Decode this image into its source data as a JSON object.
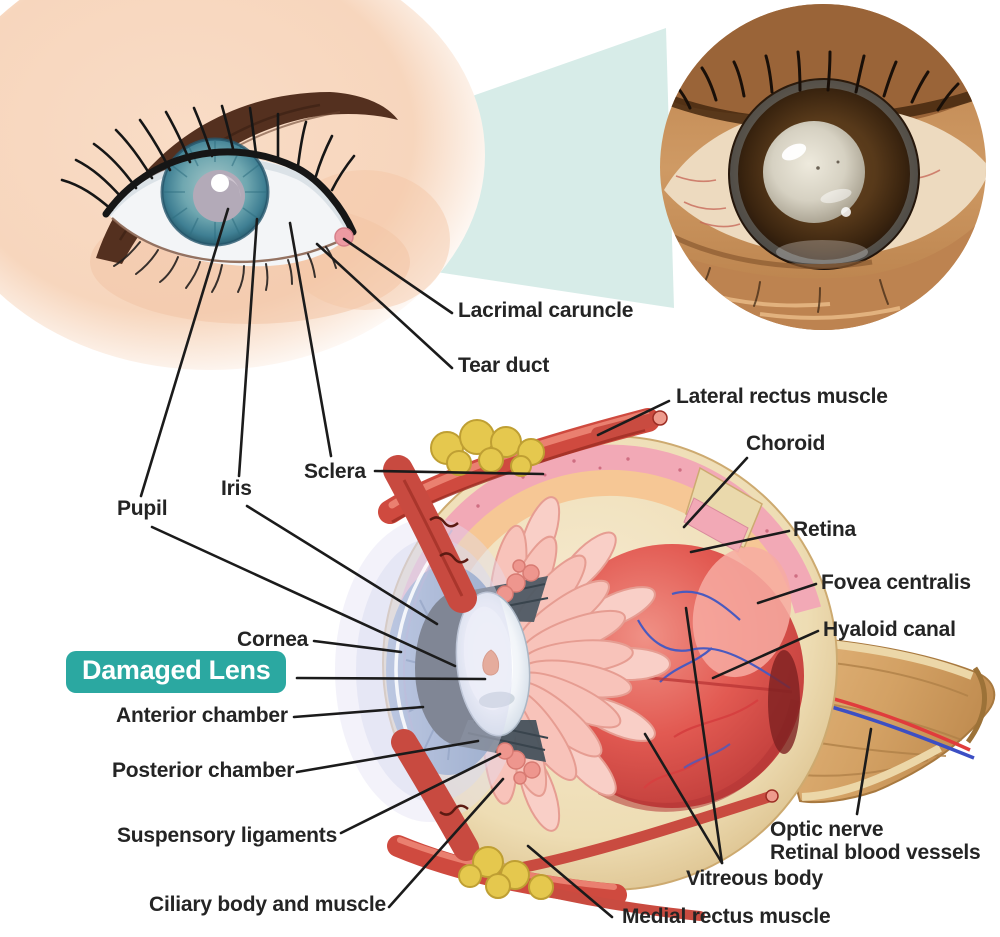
{
  "figure": {
    "type": "anatomy-diagram",
    "subject": "human eye with cataract (damaged lens)",
    "artwork": {
      "surface_eye": "illustration-healthy-external-eye",
      "inset_photo": "circular-photo-cataract-eye",
      "cross_section": "eyeball-cross-section-illustration",
      "magnifier_beam": "teal-zoom-beam"
    }
  },
  "colors": {
    "background": "#FFFFFF",
    "badge_teal": "#2BA8A1",
    "badge_text": "#FFFFFF",
    "label_text": "#242424",
    "leader_line": "#1B1B1B",
    "beam_teal": "#D7ECE8"
  },
  "badge": {
    "text": "Damaged Lens"
  },
  "labels": {
    "lacrimal_caruncle": "Lacrimal caruncle",
    "tear_duct": "Tear duct",
    "sclera": "Sclera",
    "iris": "Iris",
    "pupil": "Pupil",
    "cornea": "Cornea",
    "anterior_chamber": "Anterior chamber",
    "posterior_chamber": "Posterior chamber",
    "suspensory_ligaments": "Suspensory ligaments",
    "ciliary_body": "Ciliary body and muscle",
    "lateral_rectus": "Lateral rectus muscle",
    "choroid": "Choroid",
    "retina": "Retina",
    "fovea_centralis": "Fovea centralis",
    "hyaloid_canal": "Hyaloid canal",
    "optic_nerve": "Optic nerve",
    "retinal_blood_vessels": "Retinal blood vessels",
    "vitreous_body": "Vitreous body",
    "medial_rectus": "Medial rectus muscle"
  }
}
